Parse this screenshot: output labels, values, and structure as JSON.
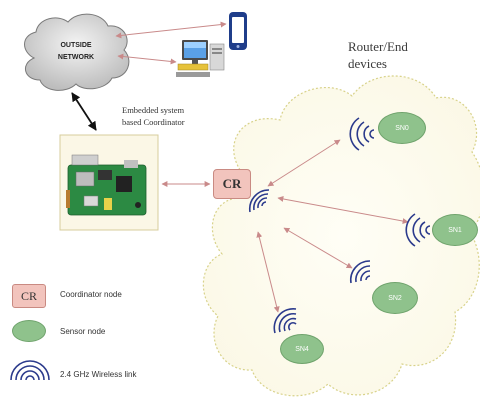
{
  "cloud": {
    "line1": "OUTSIDE",
    "line2": "NETWORK"
  },
  "router_title": {
    "line1": "Router/End",
    "line2": "devices"
  },
  "coordinator_title": {
    "line1": "Embedded system",
    "line2": "based Coordinator"
  },
  "coordinator": {
    "label": "CR"
  },
  "sensor_nodes": [
    {
      "label": "SN0"
    },
    {
      "label": "SN1"
    },
    {
      "label": "SN2"
    },
    {
      "label": "SN4"
    }
  ],
  "legend": {
    "cr_symbol": "CR",
    "coordinator_label": "Coordinator node",
    "sensor_label": "Sensor node",
    "wireless_label": "2.4 GHz Wireless link"
  },
  "colors": {
    "coordinator_fill": "#f2c4bd",
    "sensor_fill": "#8fc28c",
    "wireless_icon": "#2b3a8c",
    "link_arrow": "#c98a8a"
  }
}
